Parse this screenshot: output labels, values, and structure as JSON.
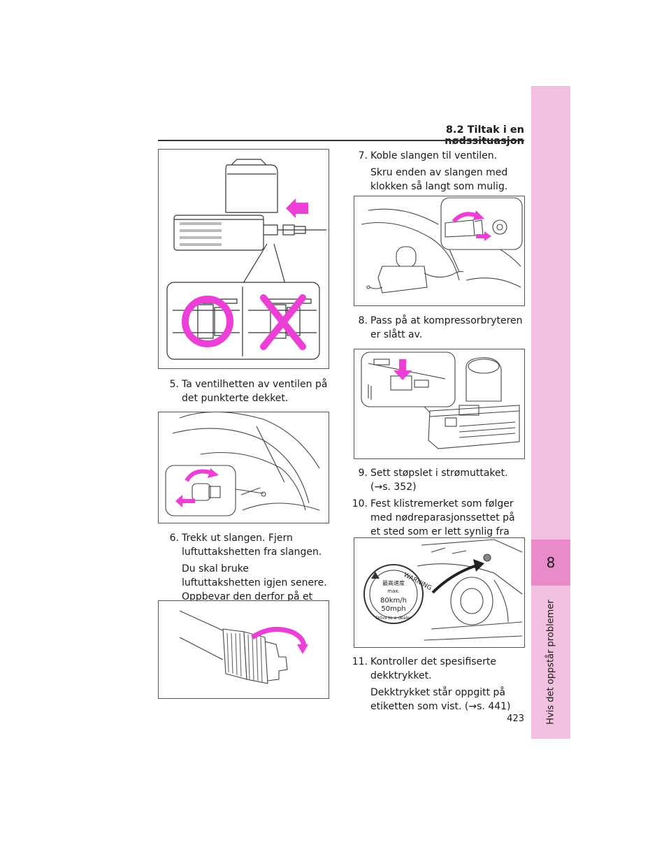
{
  "header": {
    "section_title": "8.2 Tiltak i en nødssituasjon"
  },
  "side_tab": {
    "chapter_number": "8",
    "chapter_title": "Hvis det oppstår problemer"
  },
  "steps": [
    {
      "number": "5.",
      "text": "Ta ventilhetten av ventilen på det punkterte dekket.",
      "note": ""
    },
    {
      "number": "6.",
      "text": "Trekk ut slangen. Fjern luftuttakshetten fra slangen.",
      "note": "Du skal bruke luftuttakshetten igjen senere. Oppbevar den derfor på et trygt sted."
    },
    {
      "number": "7.",
      "text": "Koble slangen til ventilen.",
      "note": "Skru enden av slangen med klokken så langt som mulig."
    },
    {
      "number": "8.",
      "text": "Pass på at kompressorbryteren er slått av.",
      "note": ""
    },
    {
      "number": "9.",
      "text": "Sett støpslet i strømuttaket. (→s. 352)",
      "note": ""
    },
    {
      "number": "10.",
      "text": "Fest klistremerket som følger med nødreparasjonssettet på et sted som er lett synlig fra førersetet.",
      "note": ""
    },
    {
      "number": "11.",
      "text": "Kontroller det spesifiserte dekktrykket.",
      "note": "Dekktrykket står oppgitt på etiketten som vist. (→s. 441)"
    }
  ],
  "sticker": {
    "warning": "WARNING",
    "jp_title": "最高速度",
    "max": "max.",
    "kmh": "80km/h",
    "mph": "50mph",
    "drive": "Drive to a dealer"
  },
  "page_number": "423",
  "colors": {
    "accent_pink": "#e98ac9",
    "tab_pink": "#f1bfe0",
    "highlight_magenta": "#ec3fd6"
  }
}
